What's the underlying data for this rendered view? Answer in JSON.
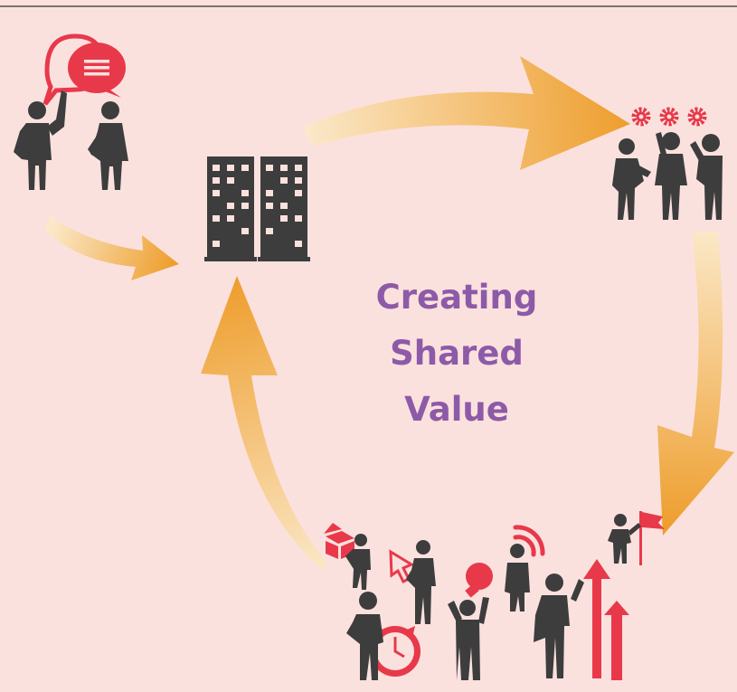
{
  "title_lines": [
    "Creating",
    "Shared",
    "Value"
  ],
  "colors": {
    "background": "#fbe1de",
    "title": "#8d5aa8",
    "figure": "#3d3d3d",
    "accent": "#e8394a",
    "arrow_dark": "#ee9d2b",
    "arrow_light": "#fbe8c8"
  },
  "icons": [
    "two-businessmen-talking-icon",
    "speech-bubbles-icon",
    "office-buildings-icon",
    "team-with-gears-icon",
    "gears-icon",
    "cycle-arrow-icons",
    "businesspeople-group-icon",
    "delivery-box-icon",
    "cursor-icon",
    "lightbulb-icon",
    "wifi-icon",
    "alarm-clock-icon",
    "growth-arrows-icon",
    "flag-icon"
  ]
}
